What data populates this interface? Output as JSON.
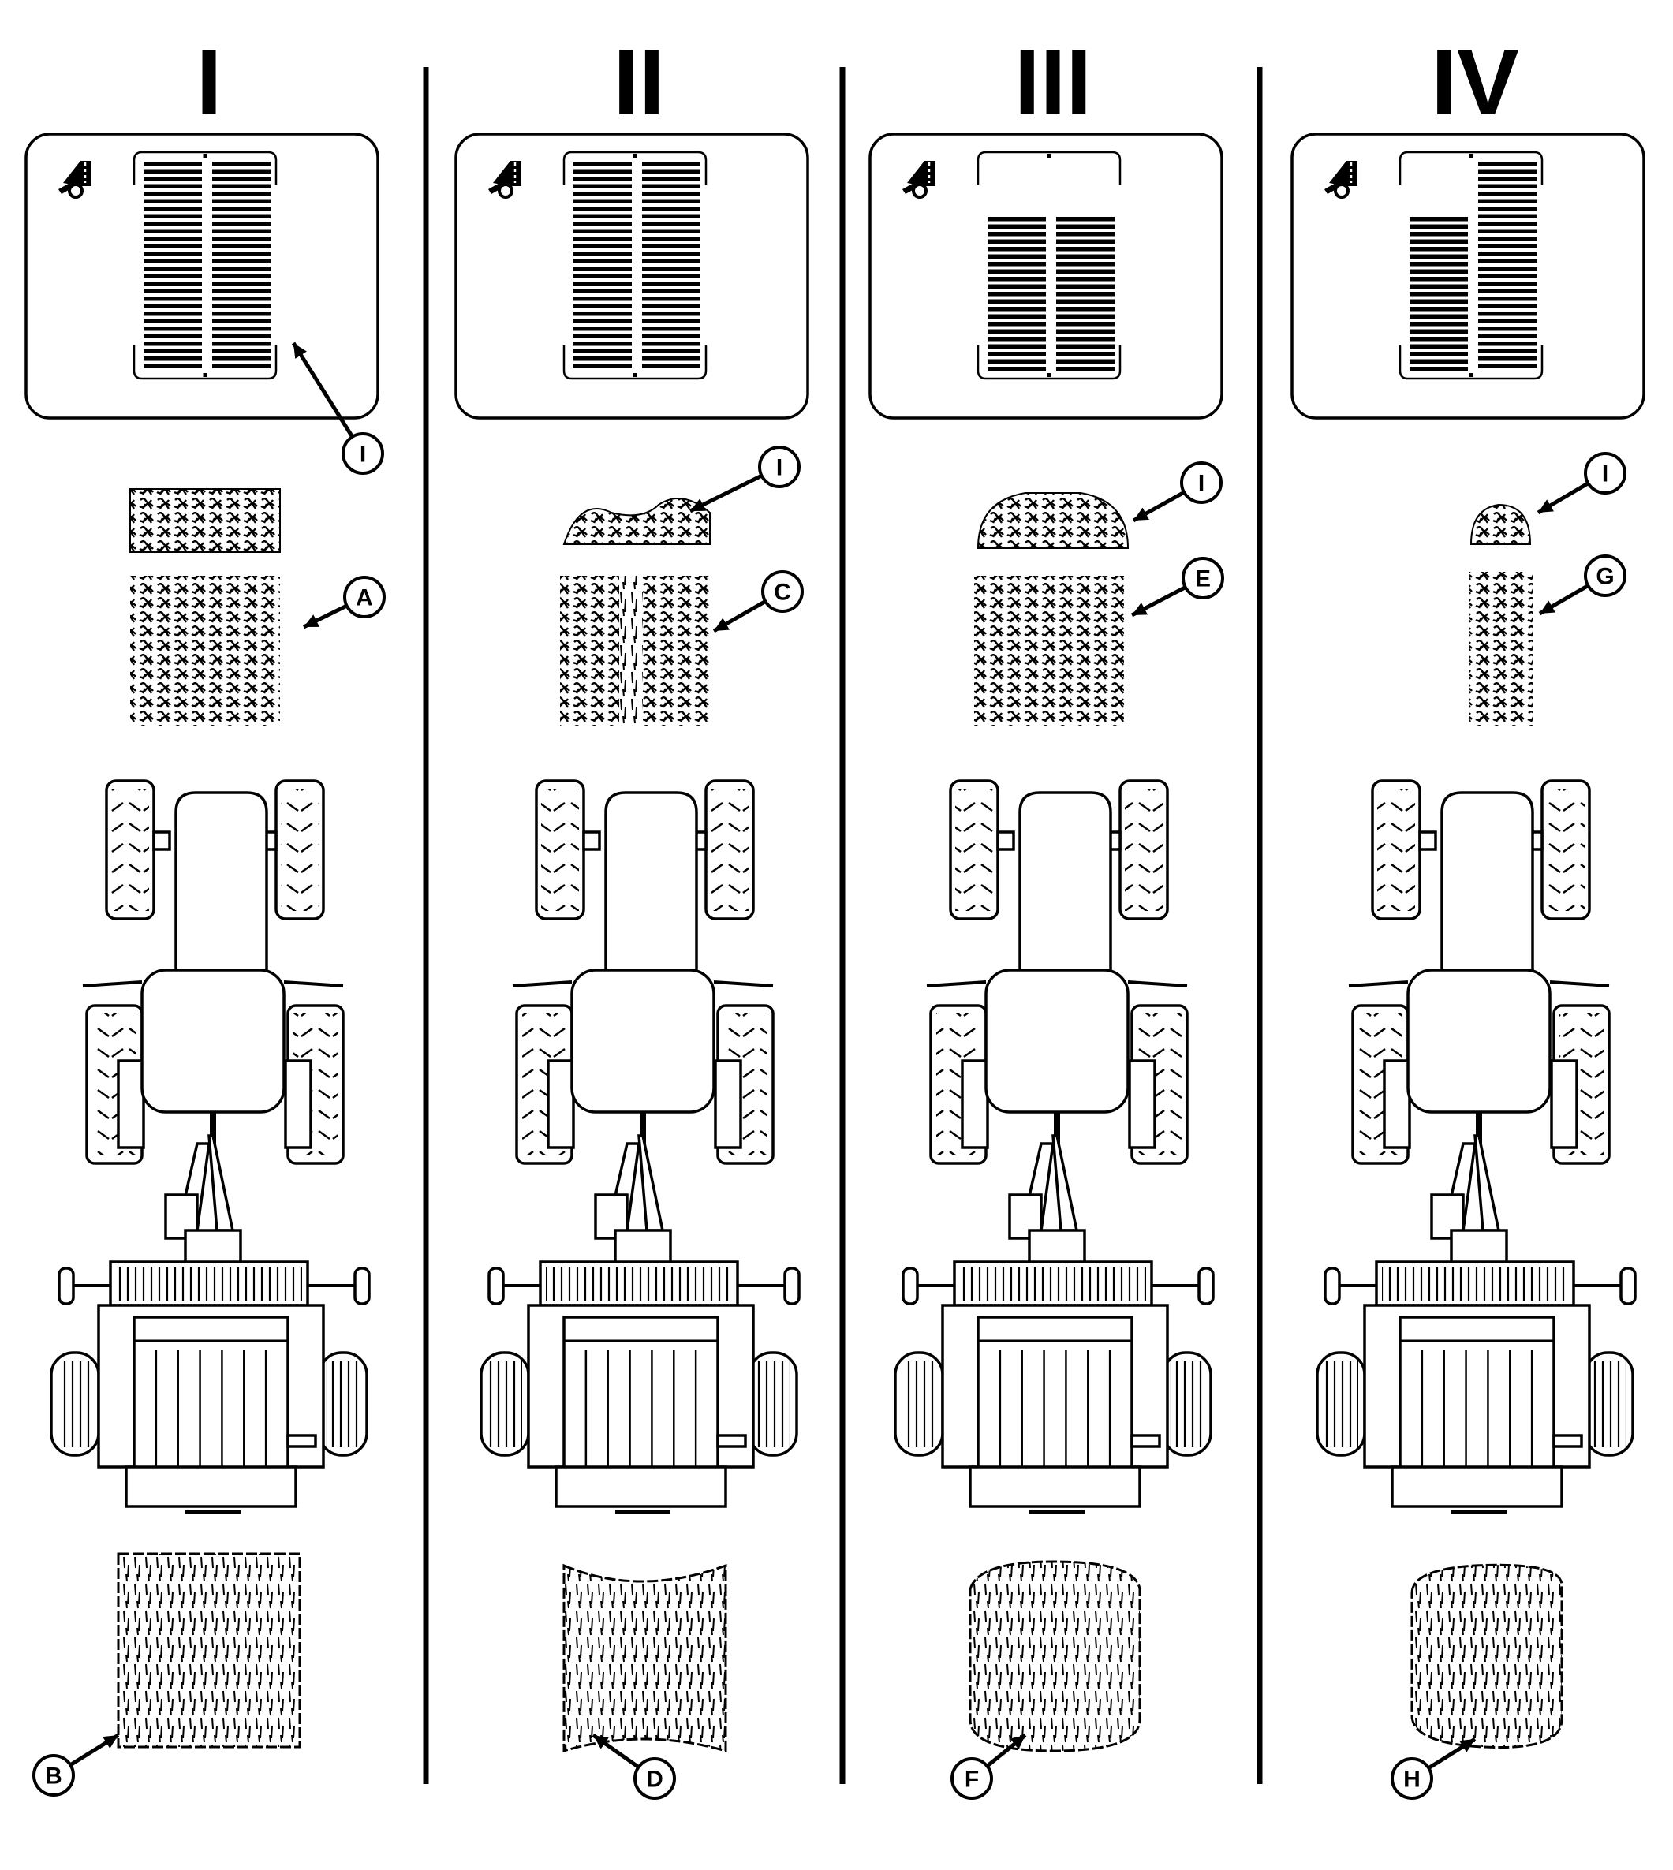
{
  "panels": [
    {
      "numeral": "I",
      "windrow_label": "I",
      "shape_label": "A",
      "bale_label": "B",
      "monitor_mode": "full",
      "windrow_shape": "uniform",
      "bale_shape": "uniform"
    },
    {
      "numeral": "II",
      "windrow_label": "I",
      "shape_label": "C",
      "bale_label": "D",
      "monitor_mode": "split",
      "windrow_shape": "split",
      "bale_shape": "barrel-concave"
    },
    {
      "numeral": "III",
      "windrow_label": "I",
      "shape_label": "E",
      "bale_label": "F",
      "monitor_mode": "center",
      "windrow_shape": "center",
      "bale_shape": "barrel-convex"
    },
    {
      "numeral": "IV",
      "windrow_label": "I",
      "shape_label": "G",
      "bale_label": "H",
      "monitor_mode": "right",
      "windrow_shape": "narrow",
      "bale_shape": "cone"
    }
  ],
  "icons": {
    "monitor": "bale-monitor-display-icon",
    "baler": "round-baler-icon",
    "tractor": "tractor-icon",
    "bale_indicator": "baler-status-icon"
  },
  "colors": {
    "ink": "#000000",
    "paper": "#ffffff"
  }
}
